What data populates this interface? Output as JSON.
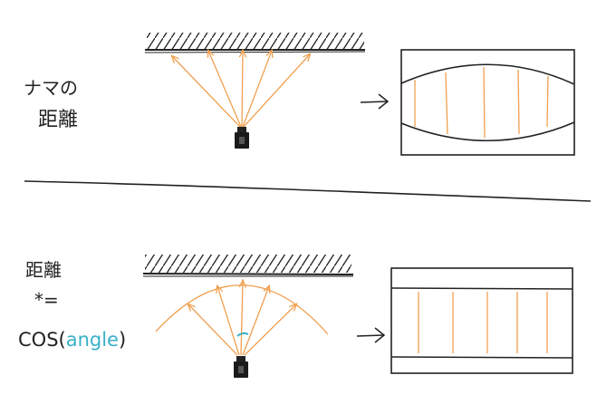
{
  "top": {
    "label_line1": "ナマの",
    "label_line2": "距離"
  },
  "bottom": {
    "label_line1": "距離",
    "label_line2": "*=",
    "cos_prefix": "COS(",
    "cos_arg": "angle",
    "cos_suffix": ")"
  },
  "colors": {
    "ink": "#222222",
    "ray": "#f0a050",
    "accent": "#3ab0c8"
  }
}
